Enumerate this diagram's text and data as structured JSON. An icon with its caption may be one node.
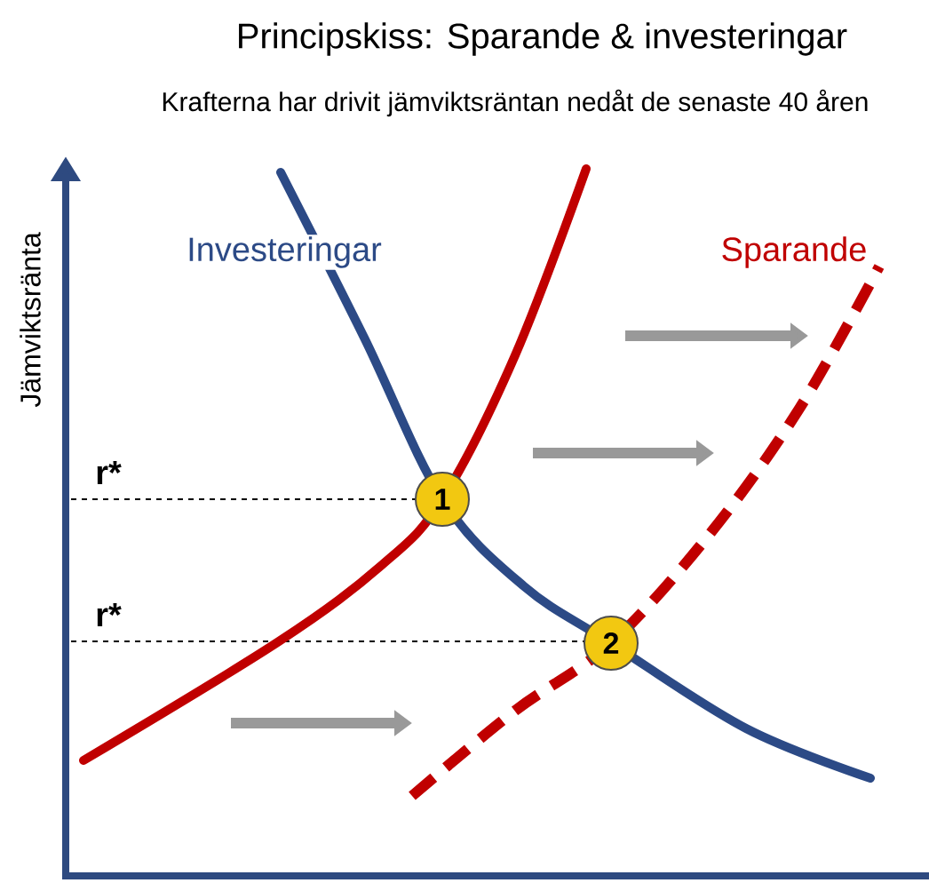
{
  "diagram": {
    "title": "Principskiss: Sparande & investeringar",
    "nodes": [
      {
        "text": [
          "1"
        ]
      },
      {
        "text": [
          "2"
        ]
      }
    ],
    "labels": [
      "Krafterna har drivit jämviktsräntan nedåt de senaste 40 åren",
      "Jämviktsränta",
      "Investeringar",
      "Sparande",
      "r*",
      "r*"
    ]
  }
}
